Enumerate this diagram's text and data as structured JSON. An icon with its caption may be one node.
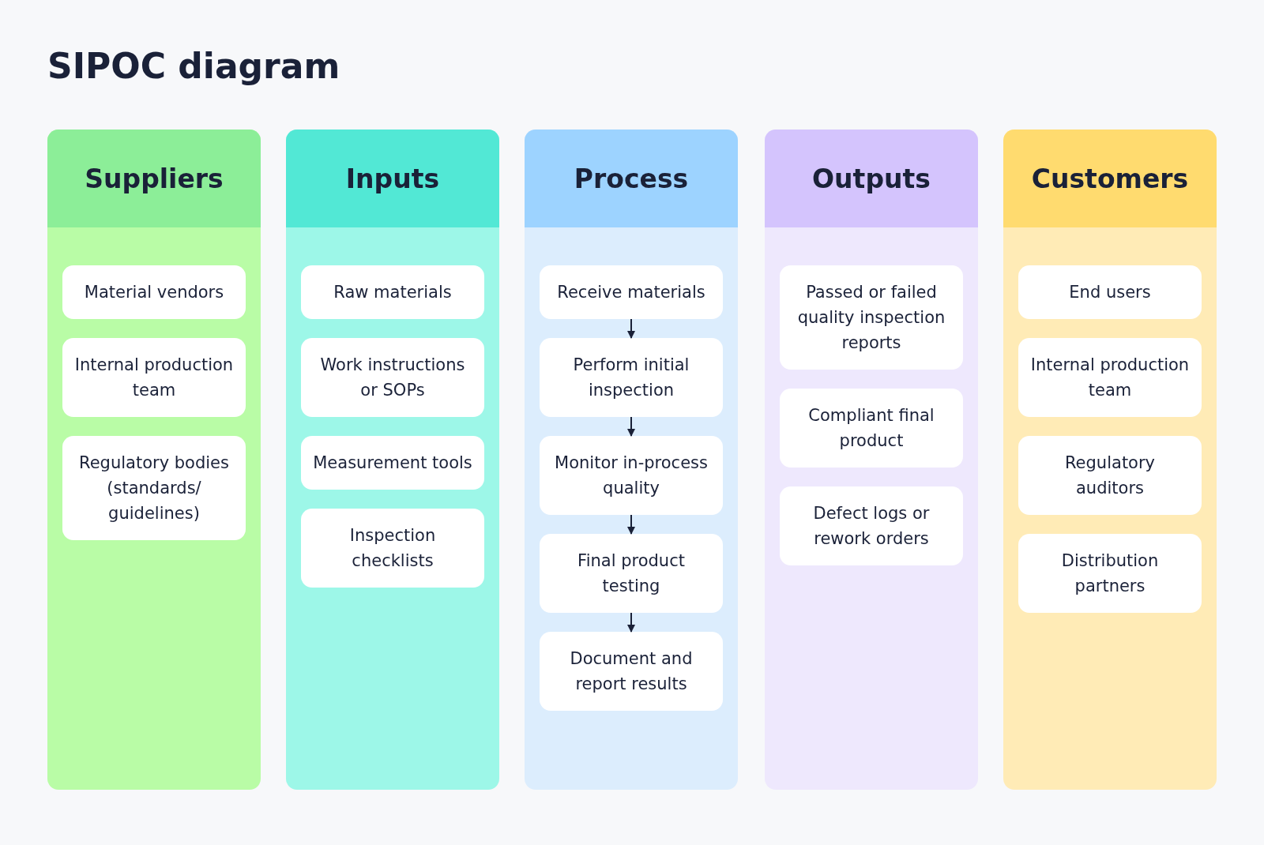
{
  "diagram": {
    "title": "SIPOC diagram",
    "nodes": [
      {
        "text": [
          "Suppliers"
        ]
      },
      {
        "text": [
          "Material vendors"
        ],
        "in": 0
      },
      {
        "text": [
          "Internal production team"
        ],
        "in": 0
      },
      {
        "text": [
          "Regulatory bodies (standards/ guidelines)"
        ],
        "in": 0
      },
      {
        "text": [
          "Inputs"
        ]
      },
      {
        "text": [
          "Raw materials"
        ],
        "in": 4
      },
      {
        "text": [
          "Work instructions or SOPs"
        ],
        "in": 4
      },
      {
        "text": [
          "Measurement tools"
        ],
        "in": 4
      },
      {
        "text": [
          "Inspection checklists"
        ],
        "in": 4
      },
      {
        "text": [
          "Process"
        ]
      },
      {
        "text": [
          "Receive materials"
        ],
        "in": 9
      },
      {
        "text": [
          "Perform initial inspection"
        ],
        "in": 9
      },
      {
        "text": [
          "Monitor in-process quality"
        ],
        "in": 9
      },
      {
        "text": [
          "Final product testing"
        ],
        "in": 9
      },
      {
        "text": [
          "Document and report results"
        ],
        "in": 9
      },
      {
        "text": [
          "Outputs"
        ]
      },
      {
        "text": [
          "Passed or failed quality inspection reports"
        ],
        "in": 15
      },
      {
        "text": [
          "Compliant final product"
        ],
        "in": 15
      },
      {
        "text": [
          "Defect logs or rework orders"
        ],
        "in": 15
      },
      {
        "text": [
          "Customers"
        ]
      },
      {
        "text": [
          "End users"
        ],
        "in": 19
      },
      {
        "text": [
          "Internal production team"
        ],
        "in": 19
      },
      {
        "text": [
          "Regulatory auditors"
        ],
        "in": 19
      },
      {
        "text": [
          "Distribution partners"
        ],
        "in": 19
      }
    ],
    "edges": [
      {
        "from": 10,
        "to": 11,
        "arrow": "to"
      },
      {
        "from": 11,
        "to": 12,
        "arrow": "to"
      },
      {
        "from": 12,
        "to": 13,
        "arrow": "to"
      },
      {
        "from": 13,
        "to": 14,
        "arrow": "to"
      }
    ]
  }
}
